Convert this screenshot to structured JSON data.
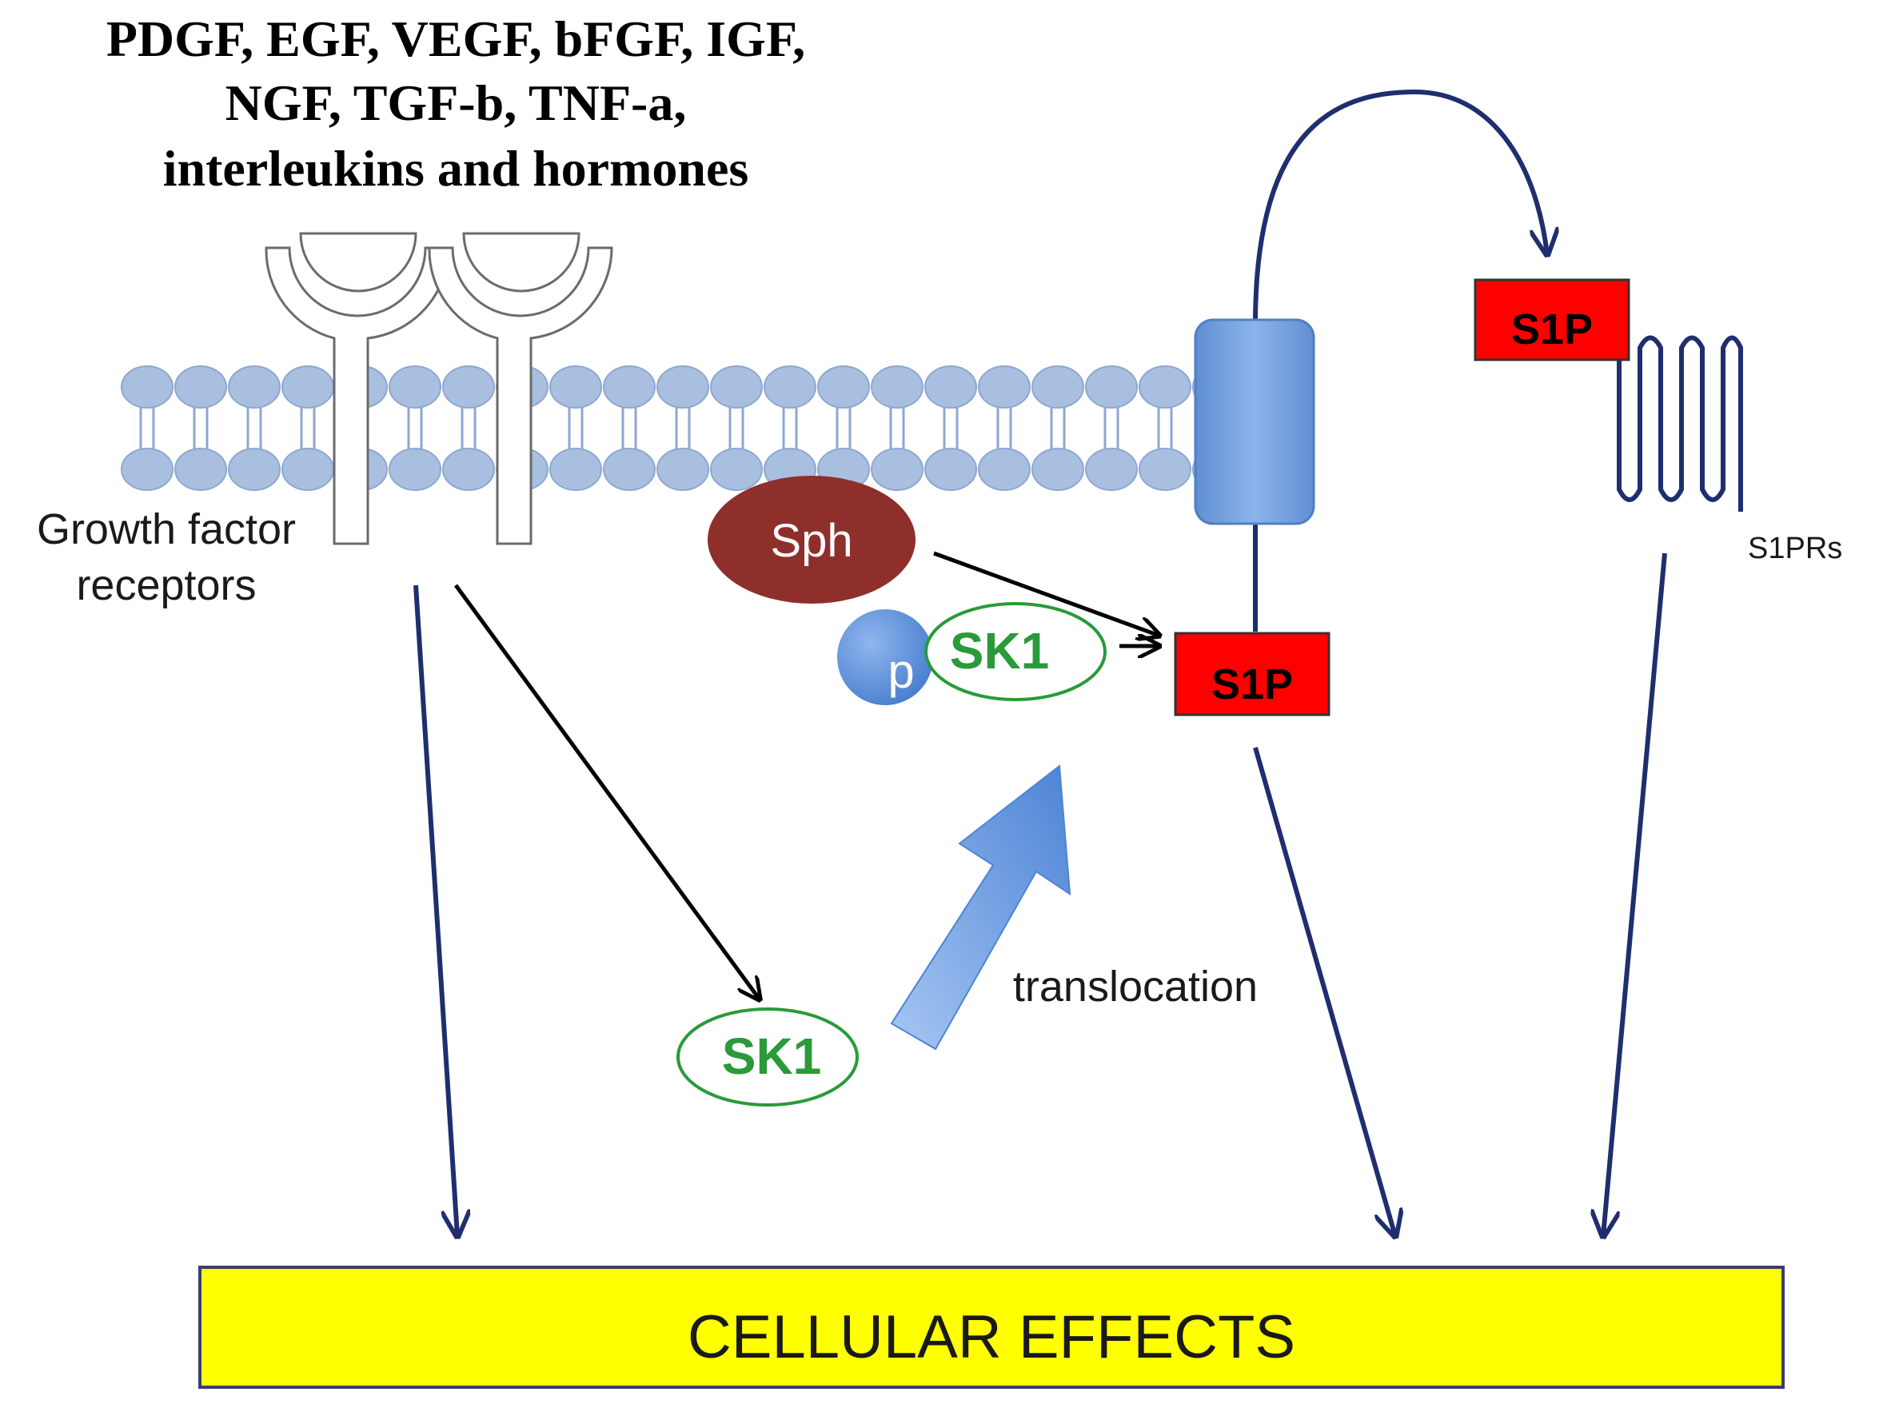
{
  "ligands": {
    "line1": "PDGF, EGF, VEGF, bFGF,  IGF,",
    "line2": "NGF, TGF-b, TNF-a,",
    "line3": "interleukins and hormones"
  },
  "receptor_label": {
    "line1": "Growth factor",
    "line2": "receptors"
  },
  "sph_label": "Sph",
  "p_label": "p",
  "sk1_membrane_label": "SK1",
  "sk1_cytosol_label": "SK1",
  "s1p_inner_label": "S1P",
  "s1p_outer_label": "S1P",
  "s1prs_label": "S1PRs",
  "translocation_label": "translocation",
  "effects_label": "CELLULAR EFFECTS",
  "colors": {
    "membrane_head": "#a9bfe0",
    "membrane_stroke": "#8ea7d1",
    "transporter": "#6f9fdb",
    "sph": "#8e2f2b",
    "sk1": "#2a9a3a",
    "s1p": "#ff0000",
    "arrow_navy": "#1f2e6e",
    "effects_bg": "#ffff00"
  }
}
